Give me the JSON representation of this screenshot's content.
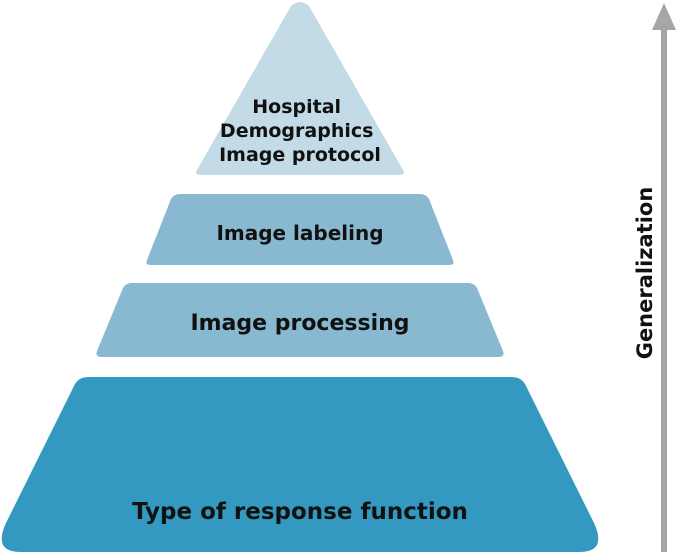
{
  "pyramid": {
    "tiers": [
      {
        "lines": [
          "Hospital",
          "Demographics",
          "Image protocol"
        ],
        "color": "#c3dbe6"
      },
      {
        "lines": [
          "Image labeling"
        ],
        "color": "#89b9d0"
      },
      {
        "lines": [
          "Image processing"
        ],
        "color": "#89b9d0"
      },
      {
        "lines": [
          "Type of response function"
        ],
        "color": "#3399c0"
      }
    ]
  },
  "axis": {
    "label": "Generalization",
    "direction": "up",
    "arrow_color": "#a6a6a6"
  }
}
